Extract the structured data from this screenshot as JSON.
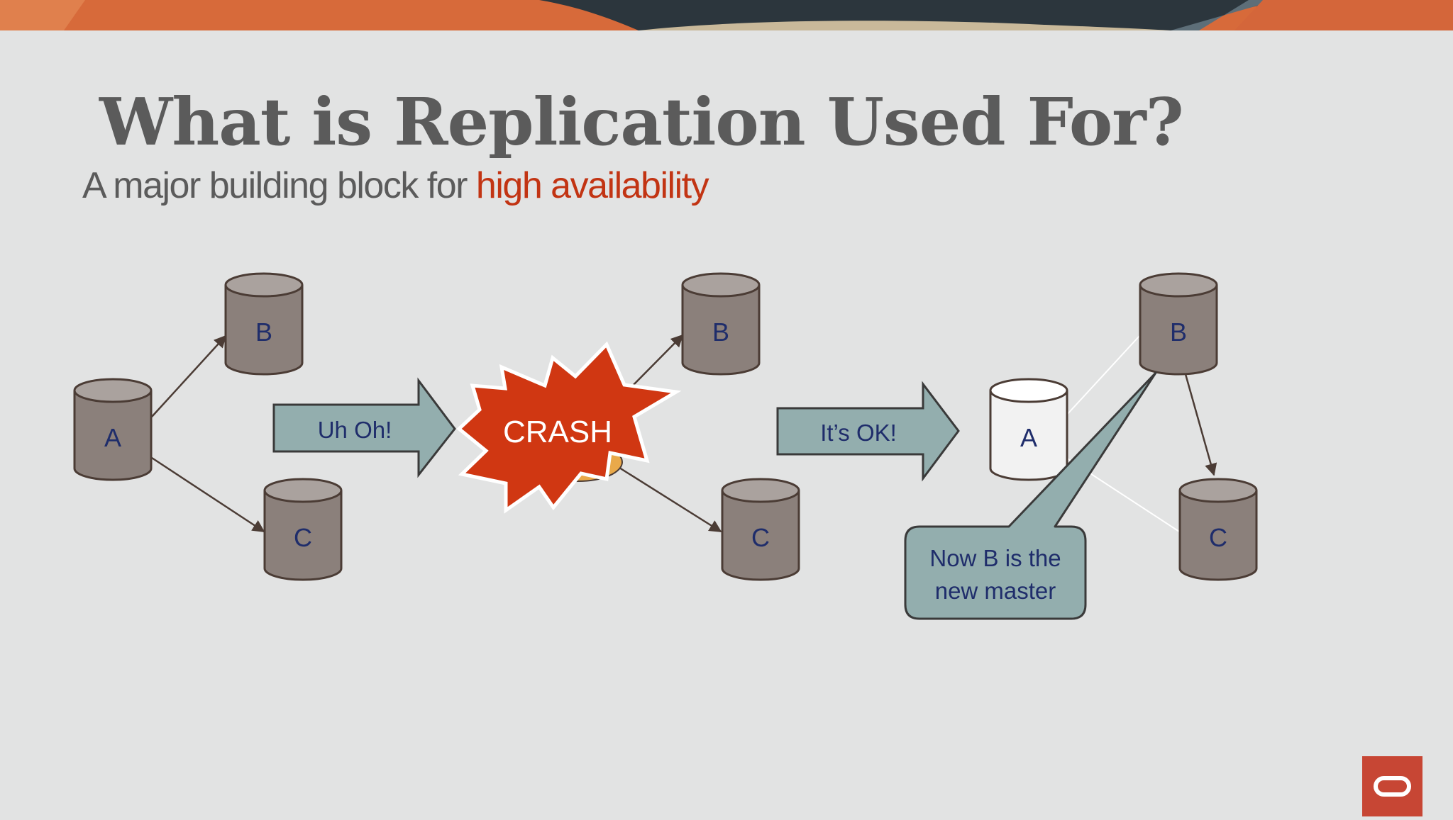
{
  "slide": {
    "title": "What is Replication Used For?",
    "subtitle_prefix": "A major building block for ",
    "subtitle_highlight": "high availability"
  },
  "diagram": {
    "stage1": {
      "node_a": "A",
      "node_b": "B",
      "node_c": "C"
    },
    "arrow1_label": "Uh Oh!",
    "crash_label": "CRASH",
    "stage2": {
      "node_b": "B",
      "node_c": "C"
    },
    "arrow2_label": "It’s OK!",
    "stage3": {
      "node_a": "A",
      "node_b": "B",
      "node_c": "C"
    },
    "callout": {
      "line1": "Now B is the",
      "line2": "new master"
    }
  },
  "colors": {
    "background": "#e2e3e3",
    "database_fill": "#8b807b",
    "database_top": "#aaa29e",
    "database_outline": "#4b3c35",
    "failed_database_fill": "#f2f2f2",
    "arrow_fill": "#93aeae",
    "crash_fill": "#d03712",
    "node_label": "#1f2d6b",
    "highlight_text": "#c23413",
    "oracle_red": "#c74634"
  },
  "icons": {
    "logo": "oracle-logo"
  }
}
